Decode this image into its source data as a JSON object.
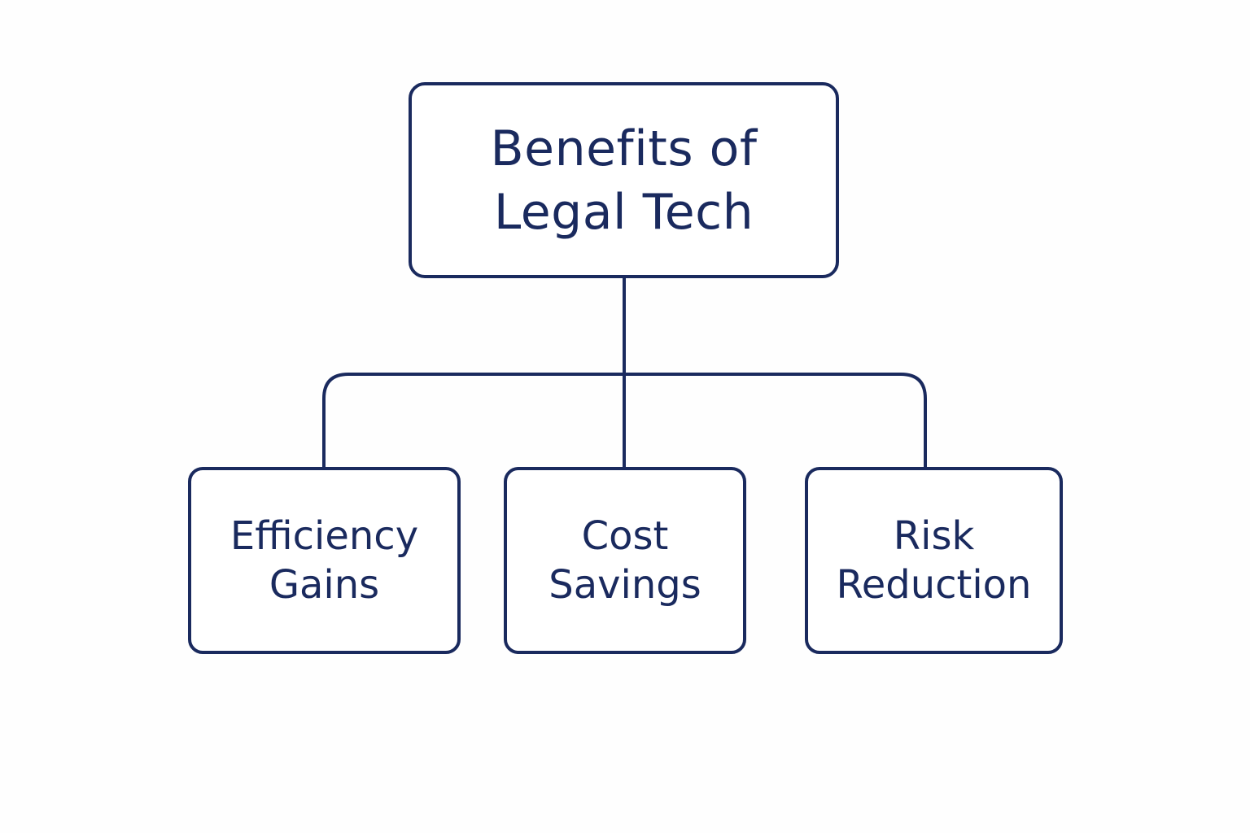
{
  "colors": {
    "stroke": "#1a2a5e",
    "text": "#1a2a5e",
    "background": "#fefefe"
  },
  "root": {
    "lines": [
      "Benefits of",
      "Legal Tech"
    ]
  },
  "children": [
    {
      "id": "efficiency",
      "lines": [
        "Efficiency",
        "Gains"
      ]
    },
    {
      "id": "cost",
      "lines": [
        "Cost",
        "Savings"
      ]
    },
    {
      "id": "risk",
      "lines": [
        "Risk",
        "Reduction"
      ]
    }
  ]
}
